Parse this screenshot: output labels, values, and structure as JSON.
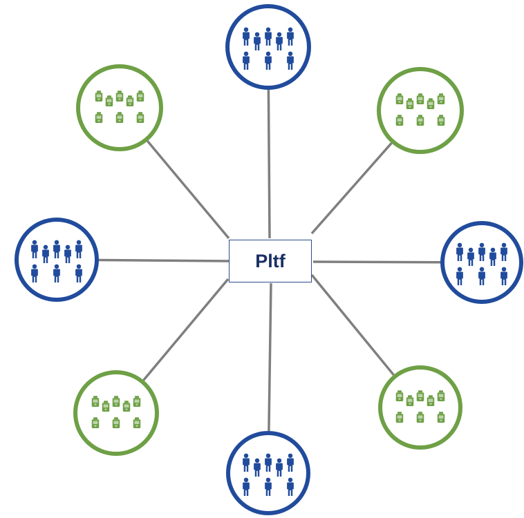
{
  "center": {
    "label": "Pltf"
  },
  "colors": {
    "user_group": "#214b9c",
    "device_group": "#6ea046",
    "connector": "#7f7f7f",
    "center_border": "#2c4a8c",
    "center_text": "#1a2f63"
  },
  "nodes": [
    {
      "kind": "user-group",
      "icon": "people-icon"
    },
    {
      "kind": "device-group",
      "icon": "device-icon"
    },
    {
      "kind": "user-group",
      "icon": "people-icon"
    },
    {
      "kind": "device-group",
      "icon": "device-icon"
    },
    {
      "kind": "user-group",
      "icon": "people-icon"
    },
    {
      "kind": "device-group",
      "icon": "device-icon"
    },
    {
      "kind": "user-group",
      "icon": "people-icon"
    },
    {
      "kind": "device-group",
      "icon": "device-icon"
    }
  ]
}
